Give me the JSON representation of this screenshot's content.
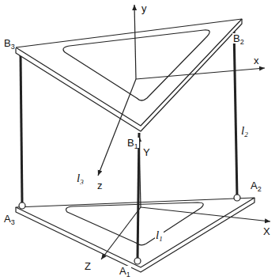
{
  "diagram": {
    "labels": [
      "y",
      "x",
      "B3",
      "B2",
      "B1",
      "z",
      "Y",
      "l3",
      "l2",
      "A3",
      "A2",
      "X",
      "l1",
      "A1",
      "Z"
    ]
  }
}
